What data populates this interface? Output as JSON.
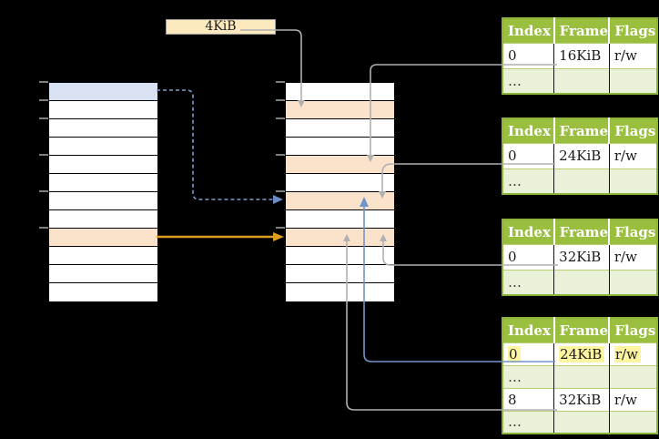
{
  "colors": {
    "background": "#000000",
    "headerGreen": "#9abf3f",
    "borderGreen": "#8cb33a",
    "lightGreenRow": "#e9f1d8",
    "rowSeparator": "#b7ce77",
    "orangeRow": "#fbe2cb",
    "blueRow": "#d9e2f3",
    "creamBox": "#fce9bd",
    "creamBorder": "#9e9e9e",
    "highlightYellow": "#fdf5a0",
    "grayLine": "#b0b0b0",
    "blueLine": "#7293cb",
    "dashedBlue": "#7e9cd2",
    "dashedBlueHead": "#6b8cc4",
    "orangeArrow": "#dc9e1c",
    "tick": "#7f7f7f"
  },
  "pageSizeLabel": "4KiB",
  "memory": {
    "leftColumn": {
      "rows": 12,
      "blueRowIndex": 0,
      "orangeRowIndex": 8
    },
    "middleColumn": {
      "rows": 12,
      "orangeRowIndexes": [
        1,
        4,
        6,
        8
      ]
    }
  },
  "pageTables": [
    {
      "headers": [
        "Index",
        "Frame",
        "Flags"
      ],
      "rows": [
        [
          "0",
          "16KiB",
          "r/w"
        ],
        [
          "…",
          "",
          ""
        ]
      ]
    },
    {
      "headers": [
        "Index",
        "Frame",
        "Flags"
      ],
      "rows": [
        [
          "0",
          "24KiB",
          "r/w"
        ],
        [
          "…",
          "",
          ""
        ]
      ]
    },
    {
      "headers": [
        "Index",
        "Frame",
        "Flags"
      ],
      "rows": [
        [
          "0",
          "32KiB",
          "r/w"
        ],
        [
          "…",
          "",
          ""
        ]
      ]
    },
    {
      "headers": [
        "Index",
        "Frame",
        "Flags"
      ],
      "highlightedRow": 0,
      "rows": [
        [
          "0",
          "24KiB",
          "r/w"
        ],
        [
          "…",
          "",
          ""
        ],
        [
          "8",
          "32KiB",
          "r/w"
        ],
        [
          "…",
          "",
          ""
        ]
      ]
    }
  ]
}
